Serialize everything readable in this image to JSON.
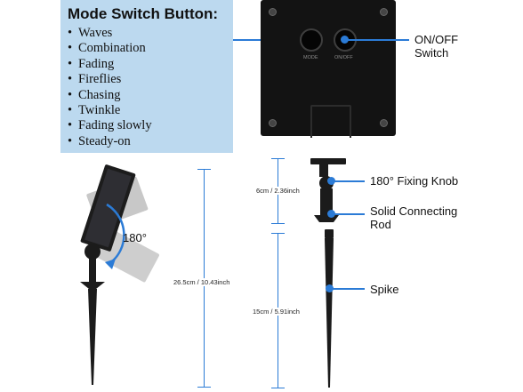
{
  "mode_box": {
    "title": "Mode Switch Button:",
    "items": [
      "Waves",
      "Combination",
      "Fading",
      "Fireflies",
      "Chasing",
      "Twinkle",
      "Fading slowly",
      "Steady-on"
    ],
    "bullet": "•"
  },
  "controller": {
    "mode_label": "MODE",
    "onoff_label": "ON/OFF"
  },
  "callouts": {
    "onoff_line1": "ON/OFF",
    "onoff_line2": "Switch",
    "fixing_knob": "180° Fixing Knob",
    "rod_line1": "Solid Connecting",
    "rod_line2": "Rod",
    "spike": "Spike",
    "angle": "180°"
  },
  "dimensions": {
    "total": "26.5cm / 10.43inch",
    "top": "6cm / 2.36inch",
    "bottom": "15cm / 5.91inch"
  },
  "colors": {
    "accent": "#2b7bd6",
    "box_bg": "#bcd9ef",
    "product": "#131313"
  }
}
